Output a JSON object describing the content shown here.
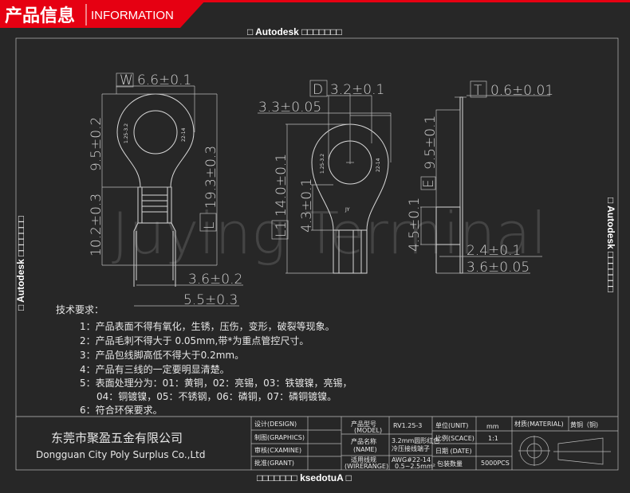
{
  "header": {
    "title_cn": "产品信息",
    "title_en": "INFORMATION",
    "accent": "#e60012"
  },
  "side_labels": {
    "top": "□ Autodesk □□□□□□□",
    "left": "□ Autodesk □□□□□□□",
    "right": "□ Autodesk □□□□□□□",
    "bottom": "□□□□□□□ ksedotuA □"
  },
  "watermark": "Juying Terminal",
  "drawing_front": {
    "w_box": "W",
    "w_dim": "6.6±0.1",
    "ring_height": "9.5±0.2",
    "sleeve_height": "10.2±0.3",
    "total_length": "19.3±0.3",
    "l_box": "L",
    "inner_width": "3.6±0.2",
    "outer_width": "5.5±0.3",
    "mark_left": "1.25-3.2",
    "mark_right": "22-14"
  },
  "drawing_ring": {
    "d_box": "D",
    "d_dim": "3.2±0.1",
    "offset_dim": "3.3±0.05",
    "l1_box": "L1",
    "l1_dim": "14.0±0.1",
    "neck_dim": "4.3±0.1",
    "mark_left": "1.25-3.2",
    "mark_right": "22-14",
    "logo": "JY"
  },
  "drawing_side": {
    "t_box": "T",
    "t_dim": "0.6±0.01",
    "e_box": "E",
    "e_dim": "9.5±0.1",
    "barrel_height": "4.5±0.1",
    "inner_dia": "2.4±0.1",
    "outer_dia": "3.6±0.05"
  },
  "requirements": {
    "title": "技术要求：",
    "items": [
      "1：产品表面不得有氧化，生锈，压伤，变形，破裂等现象。",
      "2：产品毛刺不得大于 0.05mm,带*为重点管控尺寸。",
      "3：产品包线脚高低不得大于0.2mm。",
      "4：产品有三线的一定要明显清楚。",
      "5：表面处理分为：01：黄铜，02：亮锡，03：铁镀镍，亮锡，",
      "04：铜镀镍，05：不锈钢，06：磷铜，07：磷铜镀镍。",
      "6：符合环保要求。"
    ]
  },
  "company": {
    "name_cn": "东莞市聚盈五金有限公司",
    "name_en": "Dongguan City Poly Surplus Co.,Ltd"
  },
  "title_block": {
    "design": "设计(DESIGN)",
    "graphics": "制图(GRAPHICS)",
    "examine": "审核(CXAMINE)",
    "grant": "批准(GRANT)",
    "model_label": "产品型号",
    "model_label_en": "(MODEL)",
    "model": "RV1.25-3",
    "name_label": "产品名称",
    "name_label_en": "(NAME)",
    "name_line1": "3.2mm圆形红色",
    "name_line2": "冷压接线端子",
    "wire_label": "适用线规",
    "wire_label_en": "(WIRERANGE)",
    "wire_line1": "AWG#22-14",
    "wire_line2": "0.5~2.5mm²",
    "unit_label": "单位(UNIT)",
    "unit": "mm",
    "scale_label": "比例(SCACE)",
    "scale": "1:1",
    "date_label": "日期 (DATE)",
    "pack_label": "包装数量",
    "pack": "5000PCS",
    "material_label": "材质(MATERIAL)",
    "material": "黄铜（铜)"
  }
}
